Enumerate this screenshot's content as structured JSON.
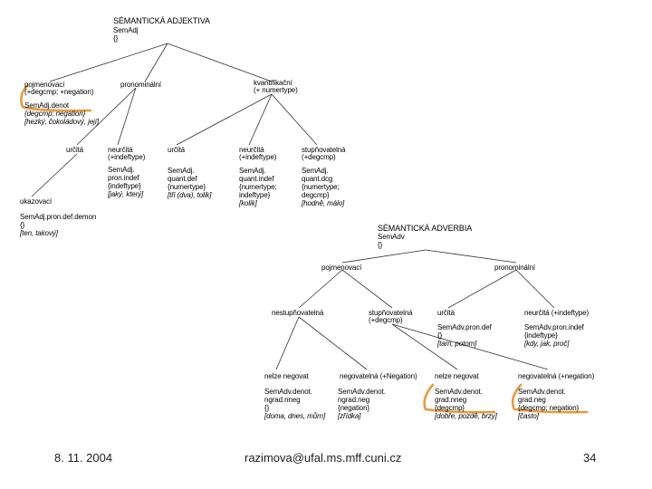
{
  "adjective_tree": {
    "title": "SÉMANTICKÁ ADJEKTIVA",
    "type": "SemAdj",
    "brackets": "{}",
    "pojmenovaci": {
      "label": "pojmenovací",
      "features": "(+degcmp; +negation)",
      "type": "SemAdj.denot",
      "attrs": "{degcmp; negation}",
      "examples": "[hezký, čokoládový, její]"
    },
    "pronominalni": {
      "label": "pronominální"
    },
    "kvantifikacni": {
      "label": "kvantifikační",
      "features": "(+ numertype)"
    },
    "urcita_pron": {
      "label": "určitá"
    },
    "neurcita_pron": {
      "label": "neurčitá",
      "features": "(+indeftype)",
      "type1": "SemAdj.",
      "type2": "pron.indef",
      "attrs": "{indeftype}",
      "examples": "[jaký, který]"
    },
    "urcita_kvant": {
      "label": "určitá",
      "type1": "SemAdj.",
      "type2": "quant.def",
      "attrs": "{numertype}",
      "examples": "[tři (dva), tolik]"
    },
    "neurcita_kvant": {
      "label": "neurčitá",
      "features": "(+indeftype)",
      "type1": "SemAdj.",
      "type2": "quant.indef",
      "attrs1": "{numertype;",
      "attrs2": "indeftype}",
      "examples": "[kolik]"
    },
    "stupnovatelna": {
      "label": "stupňovatelná",
      "features": "(+degcmp)",
      "type1": "SemAdj.",
      "type2": "quant.dcg",
      "attrs1": "{numertype;",
      "attrs2": "degcmp}",
      "examples": "[hodně, málo]"
    },
    "ukazovaci": {
      "label": "ukazovací",
      "type": "SemAdj.pron.def.demon",
      "attrs": "{}",
      "examples": "[ten, takový]"
    }
  },
  "adverb_tree": {
    "title": "SÉMANTICKÁ ADVERBIA",
    "type": "SemAdv",
    "brackets": "{}",
    "pojmenovaci": {
      "label": "pojmenovací"
    },
    "pronominalni": {
      "label": "pronominální"
    },
    "nestupnovatelna": {
      "label": "nestupňovatelná"
    },
    "stupnovatelna": {
      "label": "stupňovatelná",
      "features": "(+degcmp)"
    },
    "urcita": {
      "label": "určitá",
      "type": "SemAdv.pron.def",
      "attrs": "{}",
      "examples": "[tam, potom]"
    },
    "neurcita": {
      "label": "neurčitá (+indeftype)",
      "type": "SemAdv.pron.indef",
      "attrs": "{indeftype}",
      "examples": "[kdy, jak, proč]"
    },
    "nelze_negovat_1": {
      "label": "nelze negovat",
      "type1": "SemAdv.denot.",
      "type2": "ngrad.nneg",
      "attrs": "{}",
      "examples": "[doma, dnes, můrn]"
    },
    "negovatelna_1": {
      "label": "negovatelná (+Negation)",
      "type1": "SemAdv.denot.",
      "type2": "ngrad.neg",
      "attrs": "{negation}",
      "examples": "[zřídka]"
    },
    "nelze_negovat_2": {
      "label": "nelze negovat",
      "type1": "SemAdv.denot.",
      "type2": "grad.nneg",
      "attrs": "{degcmp}",
      "examples": "[dobře, pozdě, brzy]"
    },
    "negovatelna_2": {
      "label": "negovatelná (+negation)",
      "type1": "SemAdv.denot.",
      "type2": "grad.neg",
      "attrs": "{degcmp; negation}",
      "examples": "[často]"
    }
  },
  "highlight_color": "#e89a3c",
  "footer": {
    "date": "8. 11. 2004",
    "email": "razimova@ufal.ms.mff.cuni.cz",
    "page": "34"
  }
}
